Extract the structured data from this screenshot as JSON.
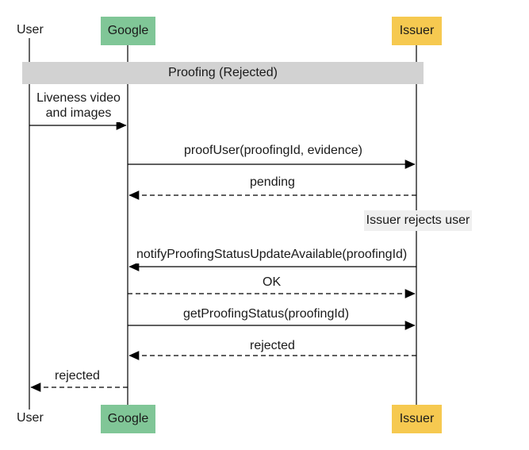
{
  "diagram": {
    "title_hint": "Identity proofing sequence diagram (rejected flow)",
    "actors": {
      "user": {
        "label": "User",
        "color": "#FFFFFF"
      },
      "google": {
        "label": "Google",
        "color": "#80C697"
      },
      "issuer": {
        "label": "Issuer",
        "color": "#F6C950"
      }
    },
    "group": {
      "title": "Proofing (Rejected)",
      "color": "#D2D2D2"
    },
    "messages": [
      {
        "label": "Liveness video and images",
        "from": "User",
        "to": "Google",
        "line": "solid"
      },
      {
        "label": "proofUser(proofingId, evidence)",
        "from": "Google",
        "to": "Issuer",
        "line": "solid"
      },
      {
        "label": "pending",
        "from": "Issuer",
        "to": "Google",
        "line": "dashed"
      },
      {
        "label": "notifyProofingStatusUpdateAvailable(proofingId)",
        "from": "Issuer",
        "to": "Google",
        "line": "solid"
      },
      {
        "label": "OK",
        "from": "Google",
        "to": "Issuer",
        "line": "dashed"
      },
      {
        "label": "getProofingStatus(proofingId)",
        "from": "Google",
        "to": "Issuer",
        "line": "solid"
      },
      {
        "label": "rejected",
        "from": "Issuer",
        "to": "Google",
        "line": "dashed"
      },
      {
        "label": "rejected",
        "from": "Google",
        "to": "User",
        "line": "dashed"
      }
    ],
    "note": {
      "text": "Issuer rejects user",
      "over": "Issuer",
      "color": "#EFEFEF"
    },
    "colors": {
      "line": "#000000",
      "message_label_bg": "#FFFFFF"
    }
  }
}
